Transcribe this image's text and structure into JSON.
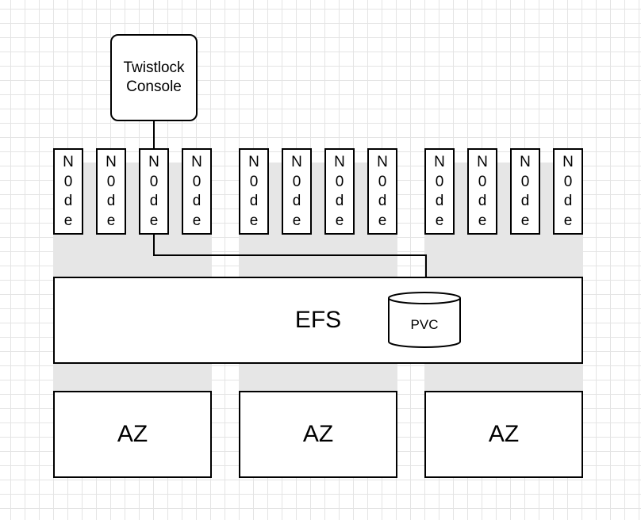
{
  "console": {
    "label": "Twistlock Console"
  },
  "node_groups": [
    {
      "nodes": [
        {
          "chars": [
            "N",
            "0",
            "d",
            "e"
          ]
        },
        {
          "chars": [
            "N",
            "0",
            "d",
            "e"
          ]
        },
        {
          "chars": [
            "N",
            "0",
            "d",
            "e"
          ]
        },
        {
          "chars": [
            "N",
            "0",
            "d",
            "e"
          ]
        }
      ]
    },
    {
      "nodes": [
        {
          "chars": [
            "N",
            "0",
            "d",
            "e"
          ]
        },
        {
          "chars": [
            "N",
            "0",
            "d",
            "e"
          ]
        },
        {
          "chars": [
            "N",
            "0",
            "d",
            "e"
          ]
        },
        {
          "chars": [
            "N",
            "0",
            "d",
            "e"
          ]
        }
      ]
    },
    {
      "nodes": [
        {
          "chars": [
            "N",
            "0",
            "d",
            "e"
          ]
        },
        {
          "chars": [
            "N",
            "0",
            "d",
            "e"
          ]
        },
        {
          "chars": [
            "N",
            "0",
            "d",
            "e"
          ]
        },
        {
          "chars": [
            "N",
            "0",
            "d",
            "e"
          ]
        }
      ]
    }
  ],
  "storage": {
    "label": "EFS"
  },
  "volume": {
    "label": "PVC"
  },
  "zones": [
    {
      "label": "AZ"
    },
    {
      "label": "AZ"
    },
    {
      "label": "AZ"
    }
  ],
  "colors": {
    "stroke": "#000000",
    "band": "#e6e6e6",
    "grid": "#e4e4e4"
  }
}
